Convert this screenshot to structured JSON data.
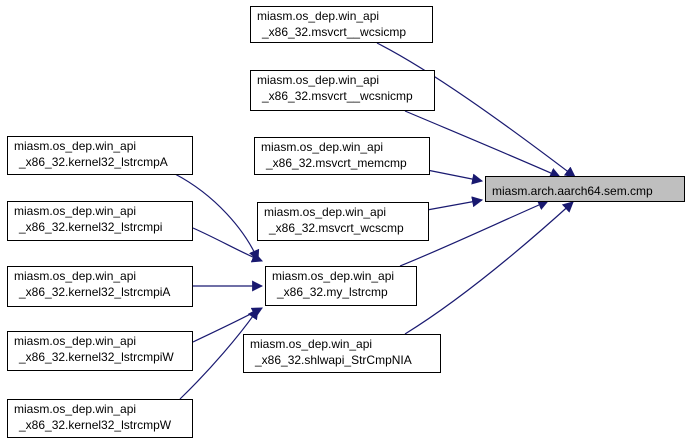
{
  "graph": {
    "target": "miasm.arch.aarch64.sem.cmp",
    "intermediate": [
      "miasm.os_dep.win_api",
      "_x86_32.my_lstrcmp"
    ],
    "callers_direct": [
      [
        "miasm.os_dep.win_api",
        "_x86_32.msvcrt__wcsicmp"
      ],
      [
        "miasm.os_dep.win_api",
        "_x86_32.msvcrt__wcsnicmp"
      ],
      [
        "miasm.os_dep.win_api",
        "_x86_32.msvcrt_memcmp"
      ],
      [
        "miasm.os_dep.win_api",
        "_x86_32.msvcrt_wcscmp"
      ],
      [
        "miasm.os_dep.win_api",
        "_x86_32.shlwapi_StrCmpNIA"
      ]
    ],
    "callers_indirect": [
      [
        "miasm.os_dep.win_api",
        "_x86_32.kernel32_lstrcmpA"
      ],
      [
        "miasm.os_dep.win_api",
        "_x86_32.kernel32_lstrcmpi"
      ],
      [
        "miasm.os_dep.win_api",
        "_x86_32.kernel32_lstrcmpiA"
      ],
      [
        "miasm.os_dep.win_api",
        "_x86_32.kernel32_lstrcmpiW"
      ],
      [
        "miasm.os_dep.win_api",
        "_x86_32.kernel32_lstrcmpW"
      ]
    ],
    "colors": {
      "edge": "#191970",
      "target_fill": "#bfbfbf",
      "node_fill": "#ffffff",
      "border": "#000000"
    }
  }
}
